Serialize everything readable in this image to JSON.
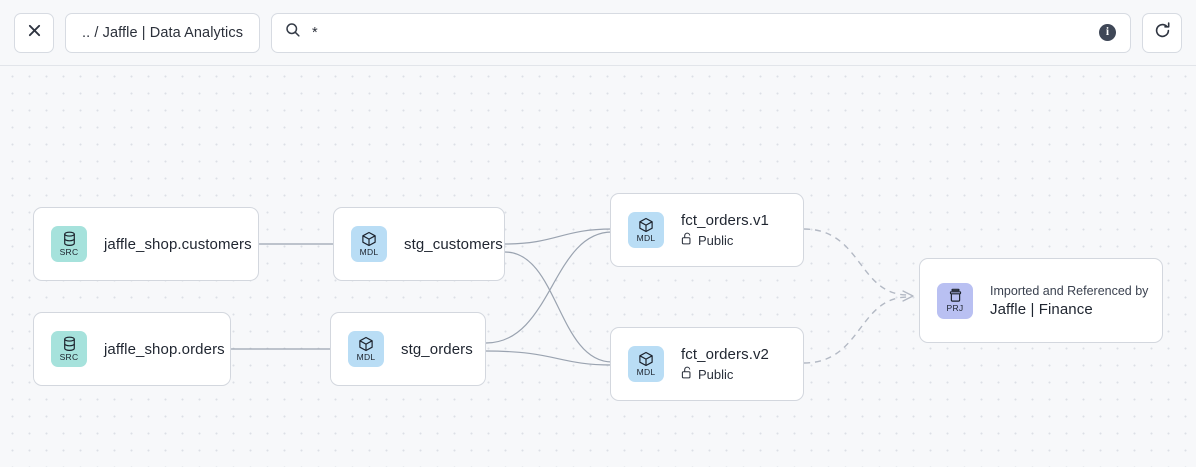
{
  "topbar": {
    "close_label": "✕",
    "close_icon": "close-icon",
    "breadcrumb": ".. / Jaffle | Data Analytics",
    "search_value": "*",
    "search_placeholder": "Search",
    "search_icon": "search-icon",
    "info_label": "i",
    "info_icon": "info-icon",
    "refresh_icon": "refresh-icon"
  },
  "graph": {
    "nodes": [
      {
        "id": "jaffle_shop_customers",
        "badge": "SRC",
        "badge_type": "src",
        "icon": "database-icon",
        "title": "jaffle_shop.customers",
        "sub": "",
        "kicker": ""
      },
      {
        "id": "jaffle_shop_orders",
        "badge": "SRC",
        "badge_type": "src",
        "icon": "database-icon",
        "title": "jaffle_shop.orders",
        "sub": "",
        "kicker": ""
      },
      {
        "id": "stg_customers",
        "badge": "MDL",
        "badge_type": "mdl",
        "icon": "cube-icon",
        "title": "stg_customers",
        "sub": "",
        "kicker": ""
      },
      {
        "id": "stg_orders",
        "badge": "MDL",
        "badge_type": "mdl",
        "icon": "cube-icon",
        "title": "stg_orders",
        "sub": "",
        "kicker": ""
      },
      {
        "id": "fct_orders_v1",
        "badge": "MDL",
        "badge_type": "mdl",
        "icon": "cube-icon",
        "title": "fct_orders.v1",
        "sub": "Public",
        "sub_icon": "unlock-icon",
        "kicker": ""
      },
      {
        "id": "fct_orders_v2",
        "badge": "MDL",
        "badge_type": "mdl",
        "icon": "cube-icon",
        "title": "fct_orders.v2",
        "sub": "Public",
        "sub_icon": "unlock-icon",
        "kicker": ""
      },
      {
        "id": "jaffle_finance_project",
        "badge": "PRJ",
        "badge_type": "prj",
        "icon": "project-icon",
        "kicker": "Imported and Referenced by",
        "title": "Jaffle | Finance",
        "sub": ""
      }
    ],
    "edges": [
      {
        "from": "jaffle_shop_customers",
        "to": "stg_customers",
        "style": "solid"
      },
      {
        "from": "jaffle_shop_orders",
        "to": "stg_orders",
        "style": "solid"
      },
      {
        "from": "stg_customers",
        "to": "fct_orders_v1",
        "style": "solid"
      },
      {
        "from": "stg_customers",
        "to": "fct_orders_v2",
        "style": "solid"
      },
      {
        "from": "stg_orders",
        "to": "fct_orders_v1",
        "style": "solid"
      },
      {
        "from": "stg_orders",
        "to": "fct_orders_v2",
        "style": "solid"
      },
      {
        "from": "fct_orders_v1",
        "to": "jaffle_finance_project",
        "style": "dashed"
      },
      {
        "from": "fct_orders_v2",
        "to": "jaffle_finance_project",
        "style": "dashed"
      }
    ]
  },
  "colors": {
    "canvas_bg": "#f7f8fa",
    "node_bg": "#ffffff",
    "node_border": "#d3d7de",
    "edge": "#9aa3b0",
    "badge_src": "#a6e2dc",
    "badge_mdl": "#b9ddf5",
    "badge_prj": "#b9c0f2",
    "info_bg": "#3f4757"
  }
}
